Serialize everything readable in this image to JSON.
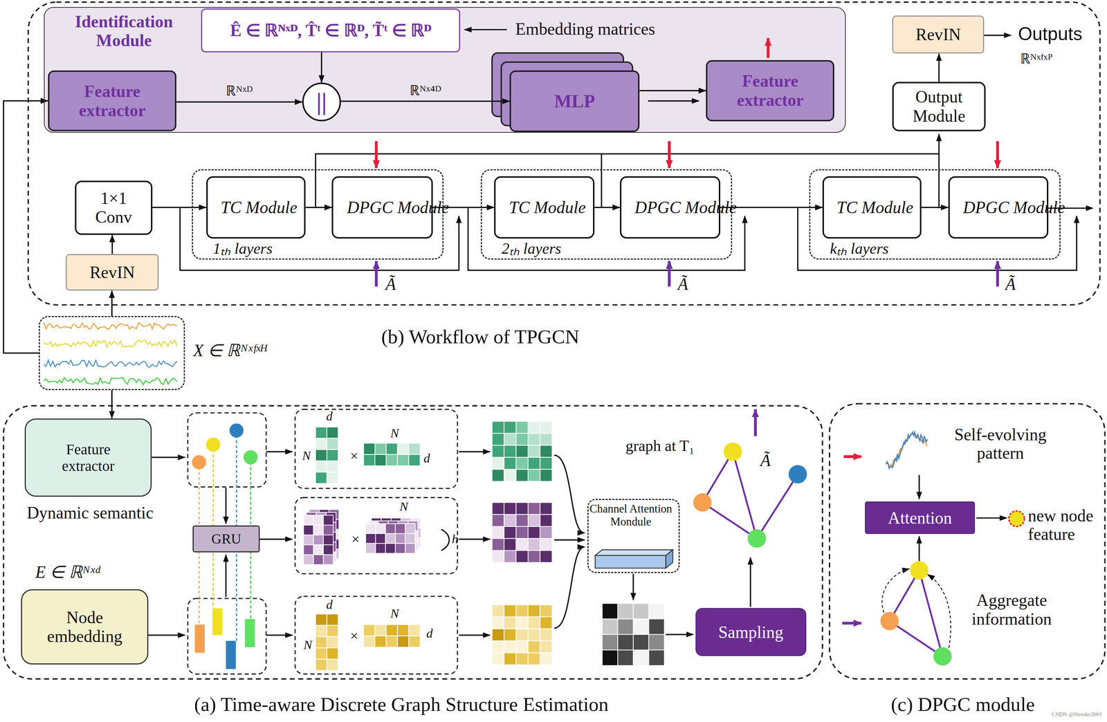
{
  "diagram": {
    "nodes": [
      {
        "text": [
          "Identification Module"
        ]
      },
      {
        "text": [
          "Ê ∈ ℝᴺˣᴰ, T̂ᵗ ∈ ℝᴰ, T̃ᵗ ∈ ℝᴰ"
        ],
        "in": 0
      },
      {
        "text": [
          "Feature extractor"
        ],
        "in": 0
      },
      {
        "text": [
          "||"
        ],
        "in": 0
      },
      {
        "text": [
          "MLP"
        ],
        "in": 0
      },
      {
        "text": [
          "Feature extractor"
        ],
        "in": 0
      },
      {
        "text": [
          "RevIN"
        ]
      },
      {
        "text": [
          "Output Module"
        ]
      },
      {
        "text": [
          "RevIN"
        ]
      },
      {
        "text": [
          "1×1 Conv"
        ]
      },
      {
        "text": [
          "1ₜₕ layers"
        ]
      },
      {
        "text": [
          "TC Module"
        ],
        "in": 10
      },
      {
        "text": [
          "DPGC Module"
        ],
        "in": 10
      },
      {
        "text": [
          "2ₜₕ layers"
        ]
      },
      {
        "text": [
          "TC Module"
        ],
        "in": 13
      },
      {
        "text": [
          "DPGC Module"
        ],
        "in": 13
      },
      {
        "text": [
          "kₜₕ layers"
        ]
      },
      {
        "text": [
          "TC Module"
        ],
        "in": 16
      },
      {
        "text": [
          "DPGC Module"
        ],
        "in": 16
      },
      {
        "text": [
          "X ∈ ℝᴺˣᶠˣᴴ"
        ]
      },
      {
        "text": [
          "Feature extractor"
        ]
      },
      {
        "text": [
          "GRU"
        ]
      },
      {
        "text": [
          "Node embedding"
        ]
      },
      {
        "text": [
          "Channel Attention Mondule"
        ]
      },
      {
        "text": [
          "Sampling"
        ]
      },
      {
        "text": [
          "Attention"
        ]
      }
    ],
    "edges": [
      {
        "from": 2,
        "to": 3,
        "label": "ℝᴺˣᴰ",
        "arrow": "to"
      },
      {
        "from": 1,
        "to": 3,
        "arrow": "to"
      },
      {
        "from": 3,
        "to": 4,
        "label": "ℝᴺˣ⁴ᴰ",
        "arrow": "to"
      },
      {
        "from": 4,
        "to": 5,
        "arrow": "to"
      },
      {
        "from": 19,
        "to": 2,
        "arrow": "to"
      },
      {
        "from": 19,
        "to": 8,
        "arrow": "to"
      },
      {
        "from": 8,
        "to": 9,
        "arrow": "to"
      },
      {
        "from": 9,
        "to": 11,
        "arrow": "to"
      },
      {
        "from": 11,
        "to": 12,
        "arrow": "to"
      },
      {
        "from": 12,
        "to": 14,
        "arrow": "to"
      },
      {
        "from": 14,
        "to": 15,
        "arrow": "to"
      },
      {
        "from": 15,
        "to": 17,
        "arrow": "to"
      },
      {
        "from": 17,
        "to": 18,
        "arrow": "to"
      },
      {
        "from": 7,
        "to": 6,
        "arrow": "to"
      },
      {
        "from": 19,
        "to": 20,
        "arrow": "to"
      }
    ],
    "labels": [
      "Embedding matrices",
      "Outputs",
      "ℝᴺˣᶠˣᴾ",
      "Ã",
      "Ã",
      "Ã",
      "(b) Workflow of TPGCN",
      "Dynamic semantic",
      "E ∈ ℝᴺˣᵈ",
      "d",
      "N",
      "N",
      "d",
      "N",
      "h",
      "d",
      "N",
      "N",
      "d",
      "×",
      "×",
      "×",
      "graph at T₁",
      "Ã",
      "Self-evolving pattern",
      "new node feature",
      "Aggregate information",
      "(a) Time-aware Discrete Graph Structure Estimation",
      "(c) DPGC module",
      "CSDN @Slender2001"
    ]
  }
}
